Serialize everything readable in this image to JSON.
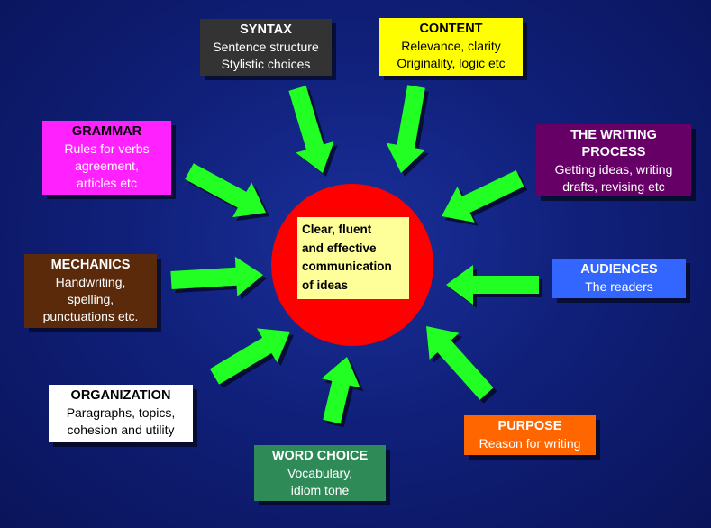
{
  "center": {
    "lines": [
      "Clear, fluent",
      "and effective",
      "communication",
      "of ideas"
    ]
  },
  "boxes": {
    "syntax": {
      "title": "SYNTAX",
      "lines": [
        "Sentence structure",
        "Stylistic choices"
      ]
    },
    "content": {
      "title": "CONTENT",
      "lines": [
        "Relevance, clarity",
        "Originality, logic etc"
      ]
    },
    "grammar": {
      "title": "GRAMMAR",
      "lines": [
        "Rules for verbs",
        "agreement,",
        "articles etc"
      ]
    },
    "writing_process": {
      "title_lines": [
        "THE WRITING",
        "PROCESS"
      ],
      "lines": [
        "Getting ideas, writing",
        "drafts, revising etc"
      ]
    },
    "mechanics": {
      "title": "MECHANICS",
      "lines": [
        "Handwriting,",
        "spelling,",
        "punctuations etc."
      ]
    },
    "audiences": {
      "title": "AUDIENCES",
      "lines": [
        "The readers"
      ]
    },
    "organization": {
      "title": "ORGANIZATION",
      "lines": [
        "Paragraphs, topics,",
        "cohesion and utility"
      ]
    },
    "purpose": {
      "title": "PURPOSE",
      "lines": [
        "Reason for writing"
      ]
    },
    "word_choice": {
      "title": "WORD CHOICE",
      "lines": [
        "Vocabulary,",
        "idiom tone"
      ]
    }
  },
  "colors": {
    "background": "#10207a",
    "circle": "#ff0000",
    "center_label_bg": "#ffff99",
    "arrow": "#22ff22",
    "syntax_bg": "#333333",
    "content_bg": "#ffff00",
    "grammar_bg": "#ff22ff",
    "writing_process_bg": "#660066",
    "mechanics_bg": "#5a2a0a",
    "audiences_bg": "#3366ff",
    "organization_bg": "#ffffff",
    "purpose_bg": "#ff6600",
    "word_choice_bg": "#2e8b57"
  },
  "icons": [
    "arrow-syntax",
    "arrow-content",
    "arrow-grammar",
    "arrow-writing-process",
    "arrow-mechanics",
    "arrow-audiences",
    "arrow-organization",
    "arrow-purpose",
    "arrow-word-choice"
  ]
}
